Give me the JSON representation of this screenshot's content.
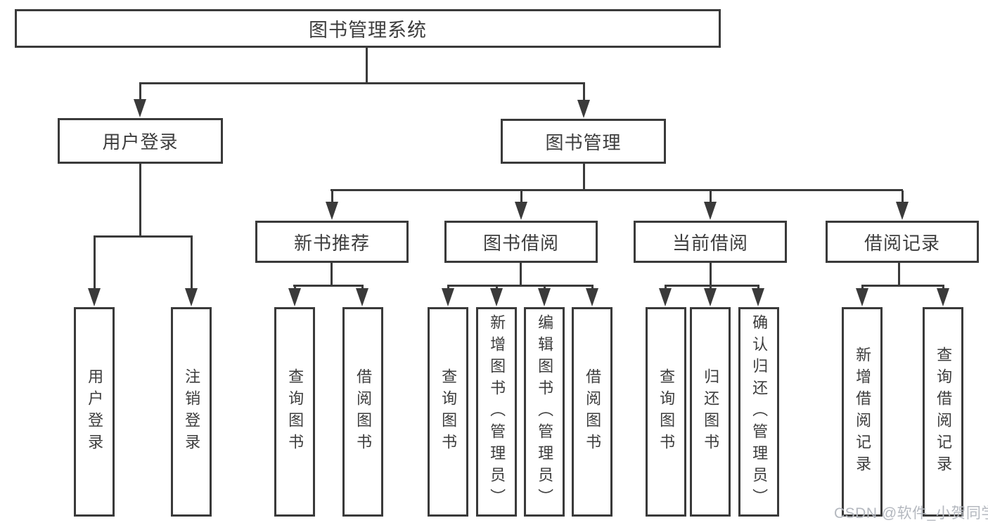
{
  "tree": {
    "root": "图书管理系统",
    "children": [
      {
        "label": "用户登录",
        "children": [
          "用户登录",
          "注销登录"
        ]
      },
      {
        "label": "图书管理",
        "children": [
          {
            "label": "新书推荐",
            "children": [
              "查询图书",
              "借阅图书"
            ]
          },
          {
            "label": "图书借阅",
            "children": [
              "查询图书",
              "新增图书（管理员）",
              "编辑图书（管理员）",
              "借阅图书"
            ]
          },
          {
            "label": "当前借阅",
            "children": [
              "查询图书",
              "归还图书",
              "确认归还（管理员）"
            ]
          },
          {
            "label": "借阅记录",
            "children": [
              "新增借阅记录",
              "查询借阅记录"
            ]
          }
        ]
      }
    ]
  },
  "watermark": {
    "text": "CSDN @软件_小贺同学"
  },
  "colors": {
    "line": "#3a3a3a",
    "text": "#3d3d3d",
    "box_background": "#ffffff",
    "page_background": "#ffffff",
    "watermark": "#b4b8bf"
  }
}
